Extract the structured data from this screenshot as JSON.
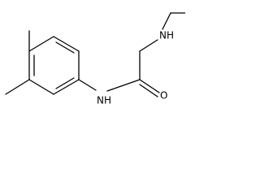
{
  "molecule": {
    "atoms": {
      "amide_nitrogen": "N",
      "amide_hydrogen": "H",
      "carbonyl_oxygen": "O",
      "amine_nitrogen": "N",
      "amine_hydrogen": "H"
    }
  }
}
